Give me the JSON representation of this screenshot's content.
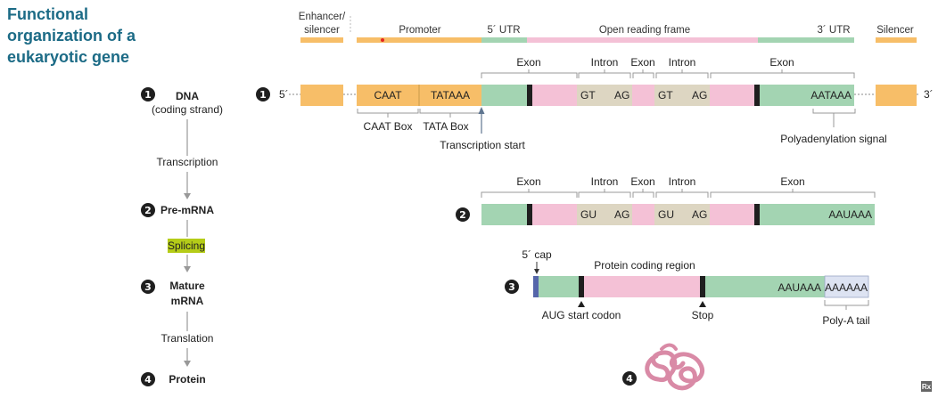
{
  "title": [
    "Functional",
    "organization of a",
    "eukaryotic gene"
  ],
  "colors": {
    "orange": "#f7be68",
    "green": "#a3d4b2",
    "pink": "#f4c1d6",
    "intron": "#ddd6c2",
    "polya": "#dde3f2",
    "cap": "#5566aa",
    "step": "#1f1f1f",
    "splicing_highlight": "#b5cc18",
    "protein": "#d98aa6"
  },
  "flow": {
    "dna": "DNA",
    "coding_strand": "(coding strand)",
    "transcription": "Transcription",
    "pre_mrna": "Pre-mRNA",
    "splicing": "Splicing",
    "mature": "Mature",
    "mrna": "mRNA",
    "translation": "Translation",
    "protein": "Protein"
  },
  "steps": [
    "1",
    "2",
    "3",
    "4"
  ],
  "top_labels": {
    "enhancer": "Enhancer/",
    "silencer_part": "silencer",
    "promoter": "Promoter",
    "utr5": "5´ UTR",
    "orf": "Open reading frame",
    "utr3": "3´ UTR",
    "silencer": "Silencer"
  },
  "dna": {
    "five_prime": "5´",
    "three_prime": "3´",
    "caat": "CAAT",
    "tataaa": "TATAAA",
    "gt1": "GT",
    "ag1": "AG",
    "gt2": "GT",
    "ag2": "AG",
    "aataaa": "AATAAA",
    "exon": "Exon",
    "intron": "Intron",
    "caat_box": "CAAT Box",
    "tata_box": "TATA Box",
    "transcription_start": "Transcription start",
    "polyadenylation_signal": "Polyadenylation signal"
  },
  "pre_mrna": {
    "gu1": "GU",
    "ag1": "AG",
    "gu2": "GU",
    "ag2": "AG",
    "aauaaa": "AAUAAA",
    "exon": "Exon",
    "intron": "Intron"
  },
  "mature": {
    "cap": "5´ cap",
    "protein_coding_region": "Protein coding region",
    "aauaaa": "AAUAAA",
    "aaaaaa": "AAAAAA",
    "aug_start_codon": "AUG start codon",
    "stop": "Stop",
    "poly_a_tail": "Poly-A tail"
  },
  "watermark": "Rx"
}
